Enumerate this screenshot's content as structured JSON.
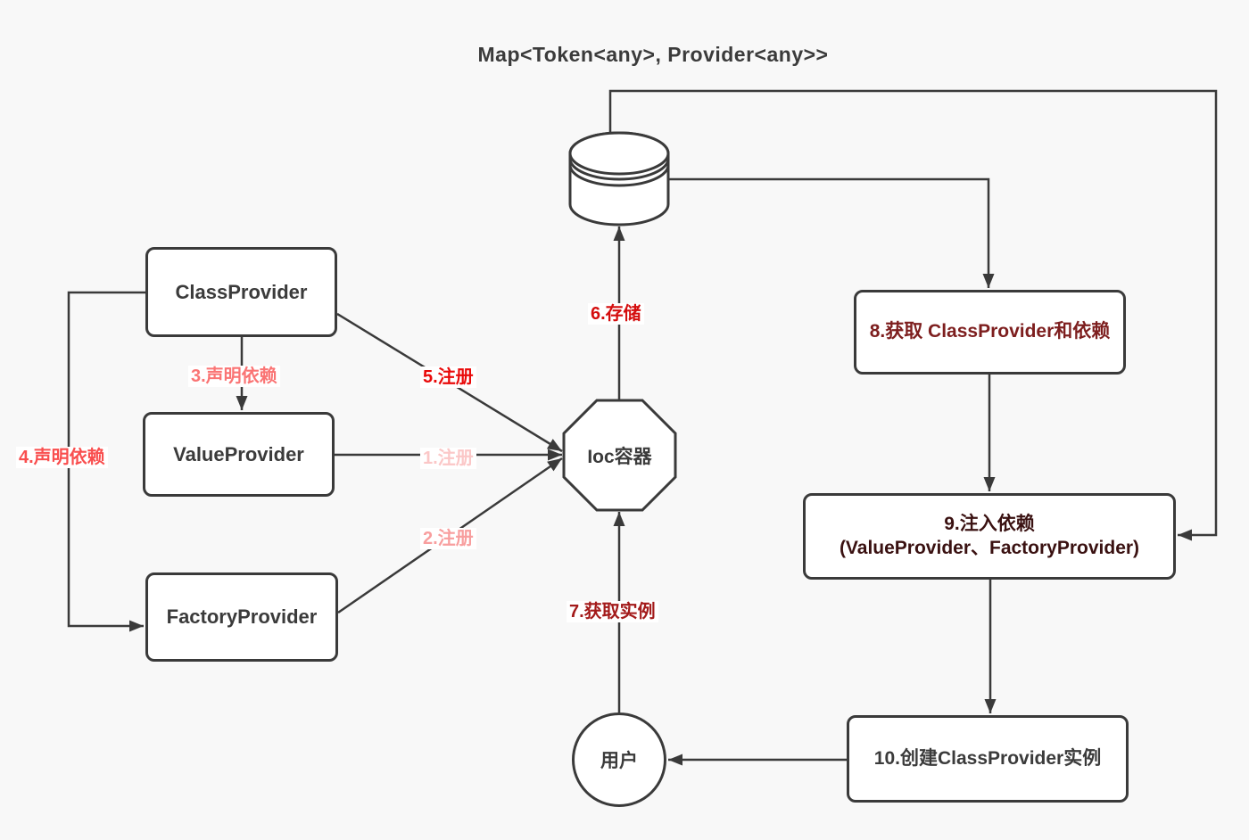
{
  "title": "Map<Token<any>, Provider<any>>",
  "colors": {
    "background": "#f8f8f8",
    "stroke": "#3a3a3a",
    "node_text": "#3b3b3b",
    "step8_text": "#7d1e1e",
    "step9_text": "#3a1111",
    "step10_text": "#3b3b3b",
    "label_register1": "#fbc7c7",
    "label_register2": "#f89e9e",
    "label_declare3": "#fa7474",
    "label_declare4": "#f94e4e",
    "label_register5": "#e90a0a",
    "label_store6": "#d40d0d",
    "label_fetch7": "#a31a1a"
  },
  "nodes": {
    "class_provider": "ClassProvider",
    "value_provider": "ValueProvider",
    "factory_provider": "FactoryProvider",
    "ioc_container": "Ioc容器",
    "user": "用户",
    "step8": "8.获取 ClassProvider和依赖",
    "step9_line1": "9.注入依赖",
    "step9_line2": "(ValueProvider、FactoryProvider)",
    "step10": "10.创建ClassProvider实例"
  },
  "edge_labels": {
    "register1": "1.注册",
    "register2": "2.注册",
    "declare3": "3.声明依赖",
    "declare4": "4.声明依赖",
    "register5": "5.注册",
    "store6": "6.存储",
    "fetch7": "7.获取实例"
  }
}
